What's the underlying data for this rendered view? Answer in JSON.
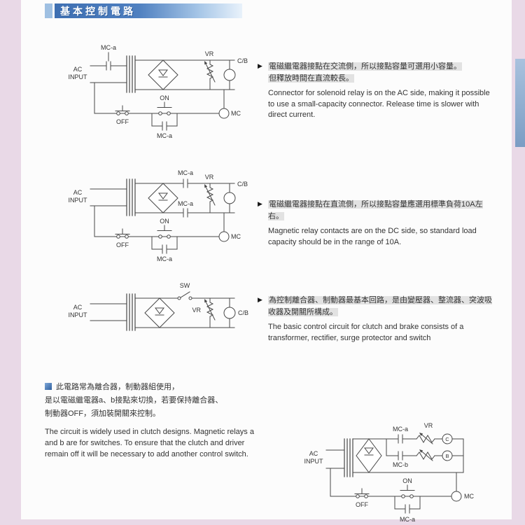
{
  "page": {
    "title": "基本控制電路",
    "accent_blue": "#3e6fb2",
    "tab_color": "#7b9dc4",
    "highlight_gray": "#e2e2e2"
  },
  "icons": {
    "pointer": "▶"
  },
  "sections": [
    {
      "zh_lines": [
        "電磁繼電器接點在交流側，所以接點容量可選用小容量。",
        "但釋放時間在直流較長。"
      ],
      "en": "Connector for solenoid relay is on the AC side, making it possible to use a small-capacity connector. Release time is slower with direct current."
    },
    {
      "zh_lines": [
        "電磁繼電器接點在直流側，所以接點容量應選用標準負荷10A左右。"
      ],
      "en": "Magnetic relay contacts are on the DC side, so standard load capacity should be in the range of 10A."
    },
    {
      "zh_lines": [
        "為控制離合器、制動器最基本回路，是由變壓器、整流器、突波吸收器及開關所構成。"
      ],
      "en": "The basic control circuit for clutch and brake consists of a transformer, rectifier, surge protector and switch"
    }
  ],
  "bottom_note": {
    "zh_lines": [
      "此電路常為離合器，制動器組使用，",
      "是以電磁繼電器a、b接點來切換，若要保持離合器、",
      "制動器OFF，須加裝開關來控制。"
    ],
    "en": "The circuit is widely used in clutch designs.  Magnetic relays a and b  are for switches.  To ensure that the clutch and driver remain off it will be necessary to add another control switch."
  },
  "circuit_labels": {
    "ac": "AC",
    "input": "INPUT",
    "mc_a": "MC-a",
    "mc_b": "MC-b",
    "mc": "MC",
    "vr": "VR",
    "cb": "C/B",
    "on": "ON",
    "off": "OFF",
    "sw": "SW",
    "c": "C",
    "b": "B"
  }
}
